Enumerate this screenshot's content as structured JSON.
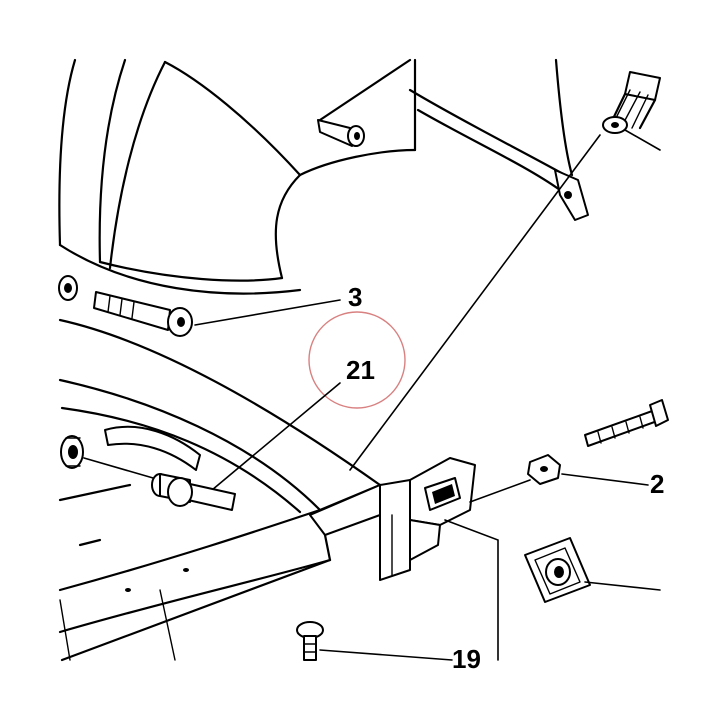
{
  "diagram": {
    "callouts": [
      {
        "id": "3",
        "text": "3"
      },
      {
        "id": "21",
        "text": "21"
      },
      {
        "id": "19",
        "text": "19"
      },
      {
        "id": "2-partial",
        "text": "2"
      }
    ],
    "highlight_color": "#d98080",
    "line_color": "#000000",
    "background": "#ffffff"
  }
}
